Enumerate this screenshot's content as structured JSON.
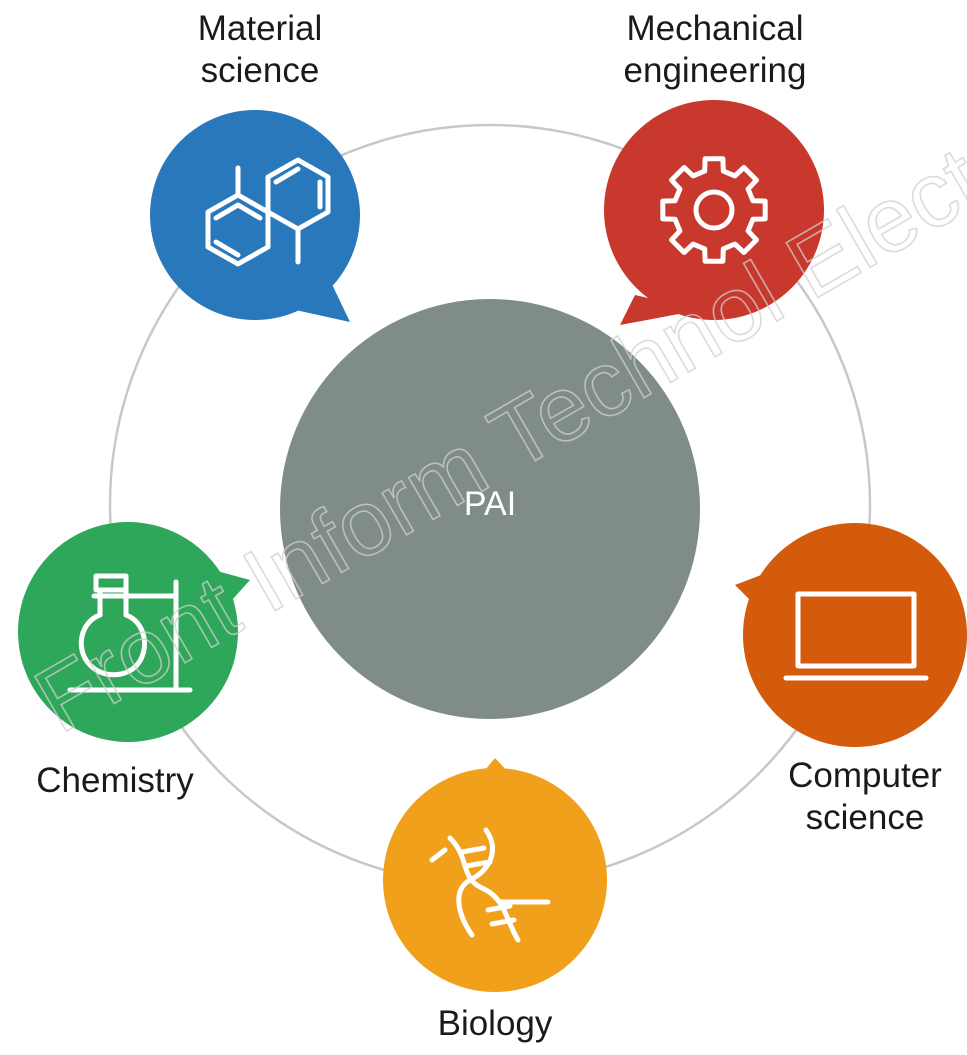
{
  "center": {
    "label": "PAI",
    "color": "#7f8c8a"
  },
  "nodes": [
    {
      "id": "material",
      "lines": [
        "Material",
        "science"
      ],
      "color": "#2a78bc",
      "icon": "molecule-icon"
    },
    {
      "id": "mechanical",
      "lines": [
        "Mechanical",
        "engineering"
      ],
      "color": "#c8382d",
      "icon": "gear-icon"
    },
    {
      "id": "computer",
      "lines": [
        "Computer",
        "science"
      ],
      "color": "#d45a0c",
      "icon": "laptop-icon"
    },
    {
      "id": "biology",
      "lines": [
        "Biology"
      ],
      "color": "#f0a01a",
      "icon": "dna-icon"
    },
    {
      "id": "chemistry",
      "lines": [
        "Chemistry"
      ],
      "color": "#2fa75b",
      "icon": "flask-icon"
    }
  ],
  "ring_color": "#c8c8c8",
  "watermark": "Front Inform Technol Electron Eng"
}
